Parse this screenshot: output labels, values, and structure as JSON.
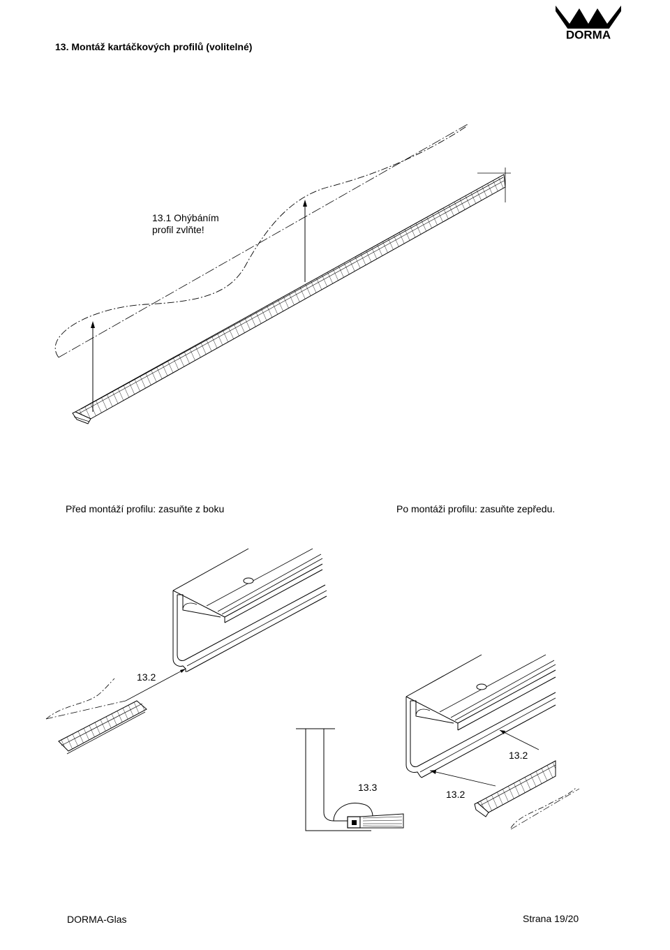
{
  "header": {
    "title": "13. Montáž kartáčkových profilů (volitelné)",
    "logo_text": "DORMA"
  },
  "figure_top": {
    "caption_line1": "13.1 Ohýbáním",
    "caption_line2": "profil zvlňte!"
  },
  "captions": {
    "side": "Před montáží profilu: zasuňte z boku",
    "front": "Po montáži profilu: zasuňte zepředu."
  },
  "labels": {
    "a": "13.2",
    "b": "13.2",
    "c": "13.3",
    "d": "13.2"
  },
  "footer": {
    "left": "DORMA-Glas",
    "right": "Strana 19/20"
  }
}
